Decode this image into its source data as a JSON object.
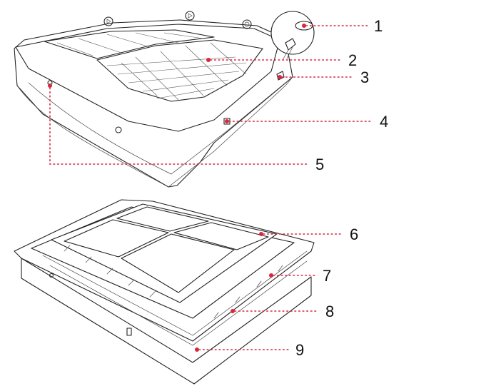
{
  "callouts": [
    {
      "id": "1",
      "label": "1"
    },
    {
      "id": "2",
      "label": "2"
    },
    {
      "id": "3",
      "label": "3"
    },
    {
      "id": "4",
      "label": "4"
    },
    {
      "id": "5",
      "label": "5"
    },
    {
      "id": "6",
      "label": "6"
    },
    {
      "id": "7",
      "label": "7"
    },
    {
      "id": "8",
      "label": "8"
    },
    {
      "id": "9",
      "label": "9"
    }
  ],
  "colors": {
    "leader": "#d7263d",
    "line": "#222222",
    "background": "#ffffff"
  },
  "icons": [
    "valve-icon"
  ]
}
